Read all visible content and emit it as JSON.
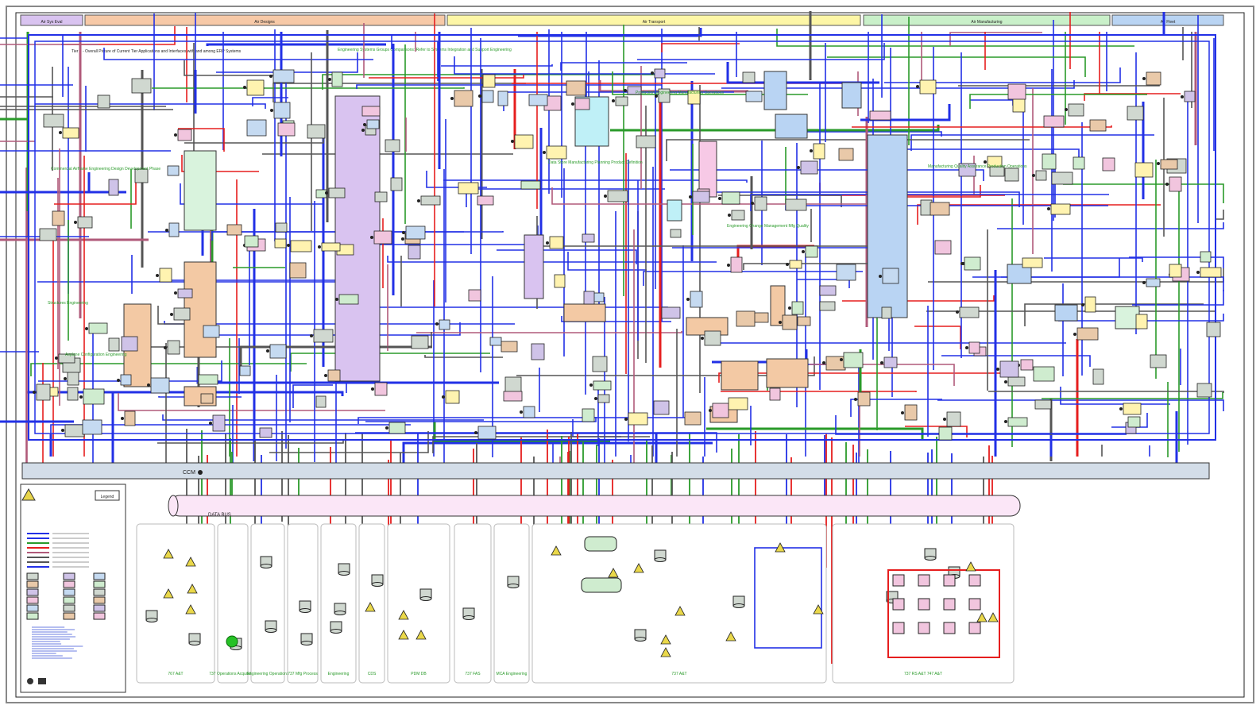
{
  "header": {
    "sections": [
      {
        "label": "Air Sys Eval",
        "color": "#d9c3f0"
      },
      {
        "label": "Air Designs",
        "color": "#f7c9a7"
      },
      {
        "label": "Air Transport",
        "color": "#fdf6a6"
      },
      {
        "label": "Air Manufacturing",
        "color": "#c9f0c9"
      },
      {
        "label": "Air Fleet",
        "color": "#b9d4f3"
      }
    ]
  },
  "title": "Tier 1 - Overall Picture of Current Tier Applications and Interfaces with and among ERP Systems",
  "subtitle": "Engineering Systems Groups Comparisons: Refer to Systems Integration and Support Engineering",
  "notes": {
    "n1": "Commercial Airframe Engineering Design Development Phase",
    "n2": "Structures Engineering",
    "n3": "Airplane Configuration Engineering",
    "n4": "Production Engineering Manufacturing Operations",
    "n5": "Data Store Manufacturing Planning Product Definition",
    "n6": "Engineering Change Management Mfg Quality",
    "n7": "Manufacturing Quality Assurance Production Operations"
  },
  "bus": {
    "top_label": "CCM",
    "bottom_label": "DATA BUS"
  },
  "columns": [
    {
      "label": "767 A&T"
    },
    {
      "label": "737 Operations Acquisition"
    },
    {
      "label": "Engineering Operations"
    },
    {
      "label": "737 Mfg Process"
    },
    {
      "label": "Engineering"
    },
    {
      "label": "CDS"
    },
    {
      "label": "PDM DB"
    },
    {
      "label": "737 FAS"
    },
    {
      "label": "MCA Engineering"
    },
    {
      "label": "737 A&T"
    },
    {
      "label": "737 RS A&T 747 A&T"
    }
  ],
  "legend": {
    "title": "Legend"
  },
  "colors": {
    "blue": "#2230e6",
    "green": "#2a9a2a",
    "red": "#e61e1e",
    "pink": "#b05a7a",
    "gray": "#555555",
    "lavender": "#d9c3f0",
    "peach": "#f3c9a4",
    "lightblue": "#b9d4f3",
    "cyan": "#bff0f7",
    "mint": "#d9f3dd",
    "pinkfill": "#f7c9e6"
  }
}
